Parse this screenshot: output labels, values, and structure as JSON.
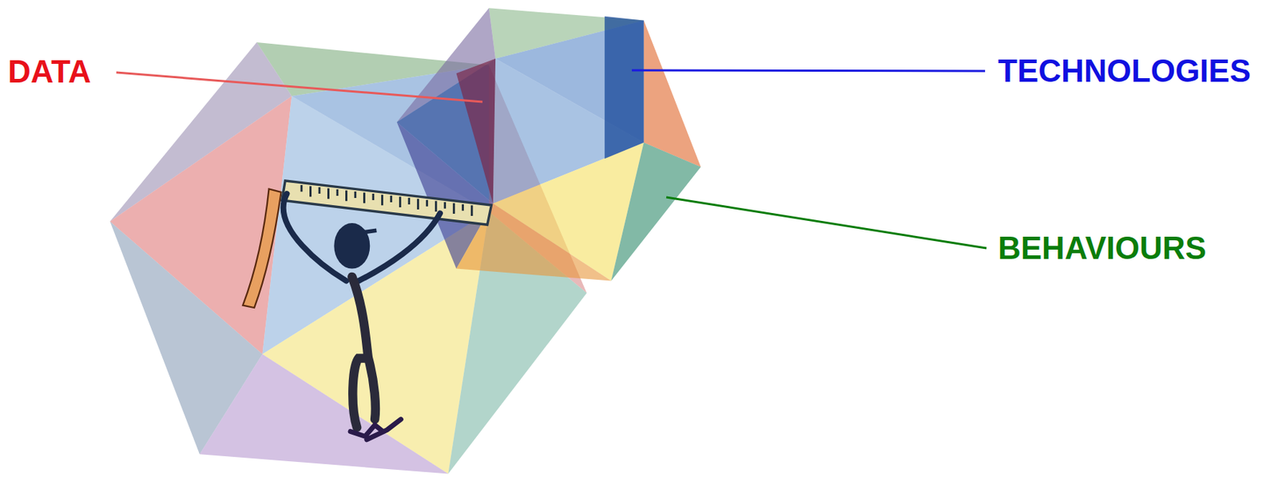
{
  "diagram": {
    "labels": [
      "DATA",
      "TECHNOLOGIES",
      "BEHAVIOURS"
    ]
  }
}
